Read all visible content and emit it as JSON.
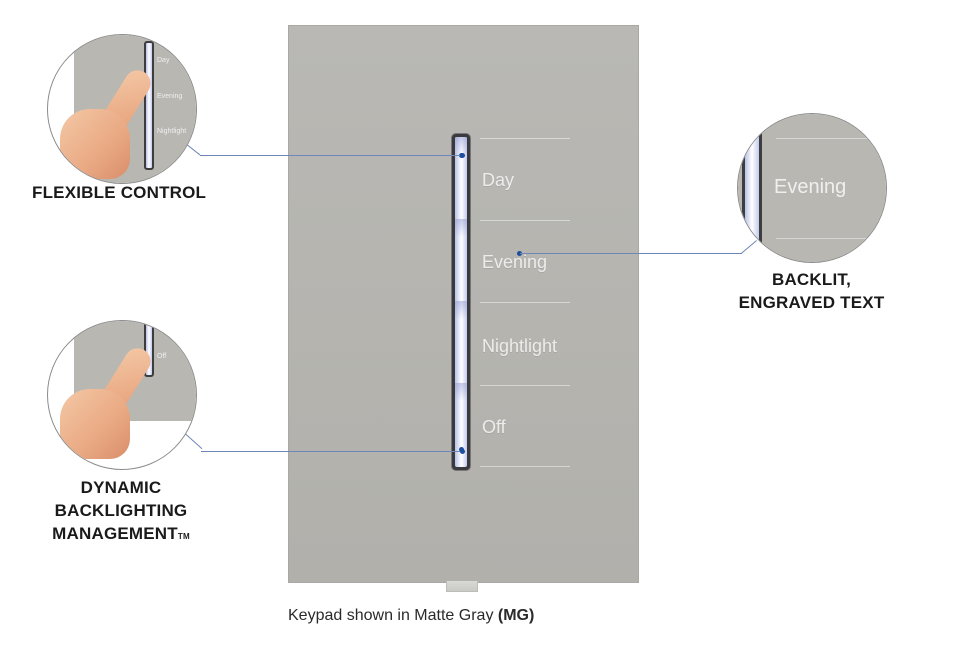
{
  "keypad": {
    "labels": [
      "Day",
      "Evening",
      "Nightlight",
      "Off"
    ]
  },
  "callouts": {
    "flexible_control": "FLEXIBLE CONTROL",
    "backlit_line1": "BACKLIT,",
    "backlit_line2": "ENGRAVED TEXT",
    "dynamic_line1": "DYNAMIC",
    "dynamic_line2": "BACKLIGHTING",
    "dynamic_line3": "MANAGEMENT",
    "dynamic_tm": "TM"
  },
  "zoom_circles": {
    "top_left_labels": [
      "Day",
      "Evening",
      "Nightlight"
    ],
    "bottom_left_label": "Off",
    "right_label": "Evening"
  },
  "footer": {
    "text": "Keypad shown in Matte Gray ",
    "code": "(MG)"
  },
  "colors": {
    "plate": "#b7b6b1",
    "accent_line": "#6f86b8",
    "pin": "#1e4f9e",
    "caption_text": "#1a1a1a"
  }
}
